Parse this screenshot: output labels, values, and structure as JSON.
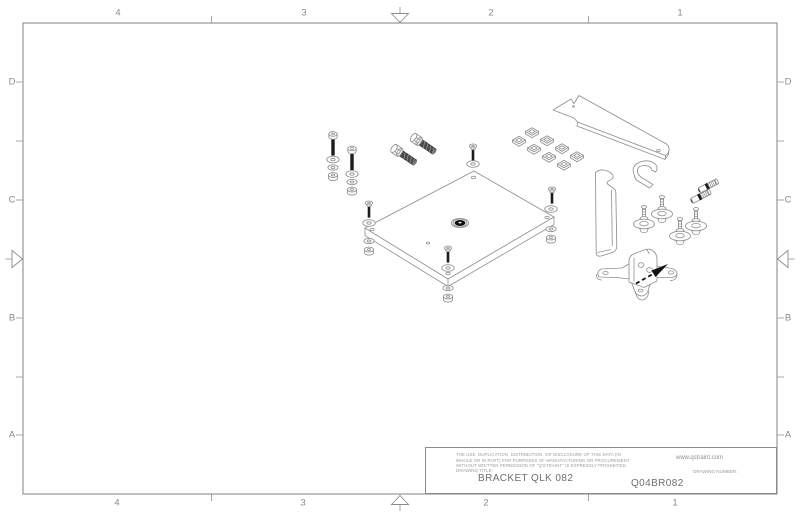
{
  "theme": {
    "line": "#8F8F8F",
    "border": "#8C8C8C",
    "text": "#8A8A8A",
    "title-text": "#6E6E6E",
    "dark": "#1B1B1B"
  },
  "zones": {
    "top": [
      "4",
      "3",
      "2",
      "1"
    ],
    "bottom": [
      "4",
      "3",
      "2",
      "1"
    ],
    "left": [
      "D",
      "C",
      "B",
      "A"
    ],
    "right": [
      "D",
      "C",
      "B",
      "A"
    ]
  },
  "title_block": {
    "legal_line1": "THE USE, DUPLICATION, DISTRIBUTION, OR DISCLOSURE OF THIS DATA (IN",
    "legal_line2": "WHOLE OR IN PART) FOR PURPOSES OF MANUFACTURING OR PROCUREMENT",
    "legal_line3": "WITHOUT WRITTEN PERMISSION OF \"Q'STRAINT\" IS EXPRESSLY PROHIBITED.",
    "website": "www.qstraint.com",
    "drawing_title_label": "DRAWING TITLE:",
    "drawing_title": "BRACKET QLK 082",
    "drawing_number_label": "DRAWING NUMBER:",
    "drawing_number": "Q04BR082"
  },
  "drawing": {
    "view": "exploded-isometric",
    "parts": [
      {
        "name": "hex-bolt-washer-nut-stack",
        "qty": 2
      },
      {
        "name": "hex-flange-bolt",
        "qty": 2
      },
      {
        "name": "mounting-plate",
        "qty": 1
      },
      {
        "name": "flat-head-corner-screw",
        "qty": 4
      },
      {
        "name": "square-nut-pad",
        "qty": 8
      },
      {
        "name": "anchor-bracket-strip",
        "qty": 1
      },
      {
        "name": "hook-strap-bracket",
        "qty": 1
      },
      {
        "name": "curled-hook-plate",
        "qty": 1
      },
      {
        "name": "rubber-stud-mount",
        "qty": 4
      },
      {
        "name": "threaded-fitting",
        "qty": 2
      },
      {
        "name": "x-base-bracket-with-clevis",
        "qty": 1
      }
    ]
  }
}
